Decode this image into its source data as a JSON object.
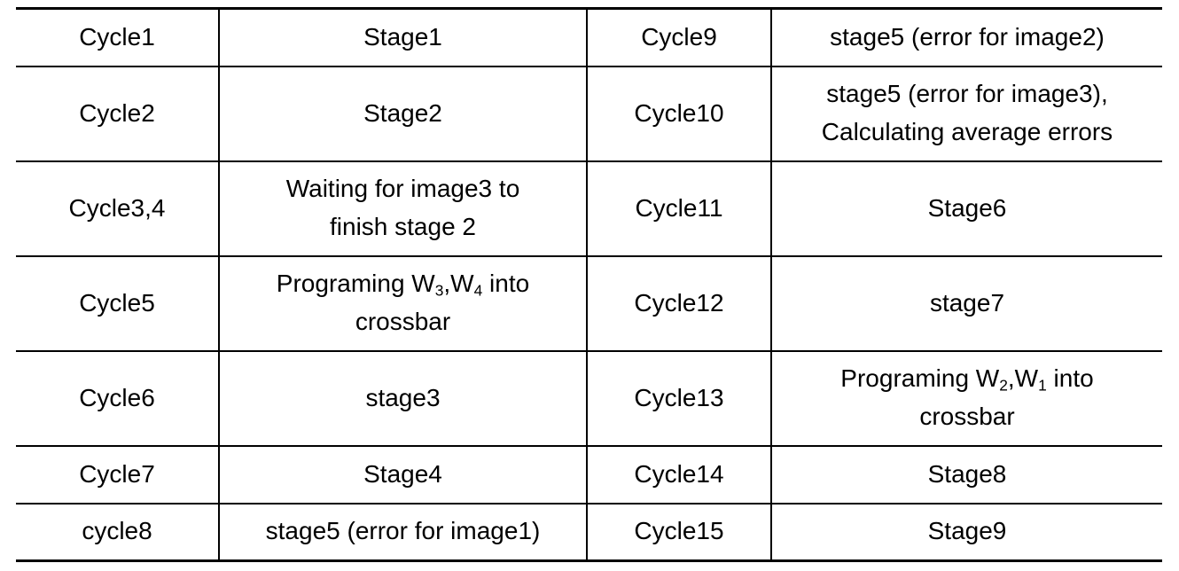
{
  "table": {
    "rows": [
      {
        "left": {
          "cycle": "Cycle1",
          "lines": [
            "Stage1"
          ]
        },
        "right": {
          "cycle": "Cycle9",
          "lines": [
            "stage5 (error for image2)"
          ]
        }
      },
      {
        "left": {
          "cycle": "Cycle2",
          "lines": [
            "Stage2"
          ]
        },
        "right": {
          "cycle": "Cycle10",
          "lines": [
            "stage5 (error for image3),",
            "Calculating average errors"
          ]
        }
      },
      {
        "left": {
          "cycle": "Cycle3,4",
          "lines": [
            "Waiting for image3 to",
            "finish stage 2"
          ]
        },
        "right": {
          "cycle": "Cycle11",
          "lines": [
            "Stage6"
          ]
        }
      },
      {
        "left": {
          "cycle": "Cycle5",
          "prog": {
            "pre": "Programing W",
            "sub_a": "3",
            "mid": ",W",
            "sub_b": "4",
            "post": " into",
            "line2": "crossbar"
          }
        },
        "right": {
          "cycle": "Cycle12",
          "lines": [
            "stage7"
          ]
        }
      },
      {
        "left": {
          "cycle": "Cycle6",
          "lines": [
            "stage3"
          ]
        },
        "right": {
          "cycle": "Cycle13",
          "prog": {
            "pre": "Programing W",
            "sub_a": "2",
            "mid": ",W",
            "sub_b": "1",
            "post": " into",
            "line2": "crossbar"
          }
        }
      },
      {
        "left": {
          "cycle": "Cycle7",
          "lines": [
            "Stage4"
          ]
        },
        "right": {
          "cycle": "Cycle14",
          "lines": [
            "Stage8"
          ]
        }
      },
      {
        "left": {
          "cycle": "cycle8",
          "lines": [
            "stage5 (error for image1)"
          ]
        },
        "right": {
          "cycle": "Cycle15",
          "lines": [
            "Stage9"
          ]
        }
      }
    ]
  }
}
